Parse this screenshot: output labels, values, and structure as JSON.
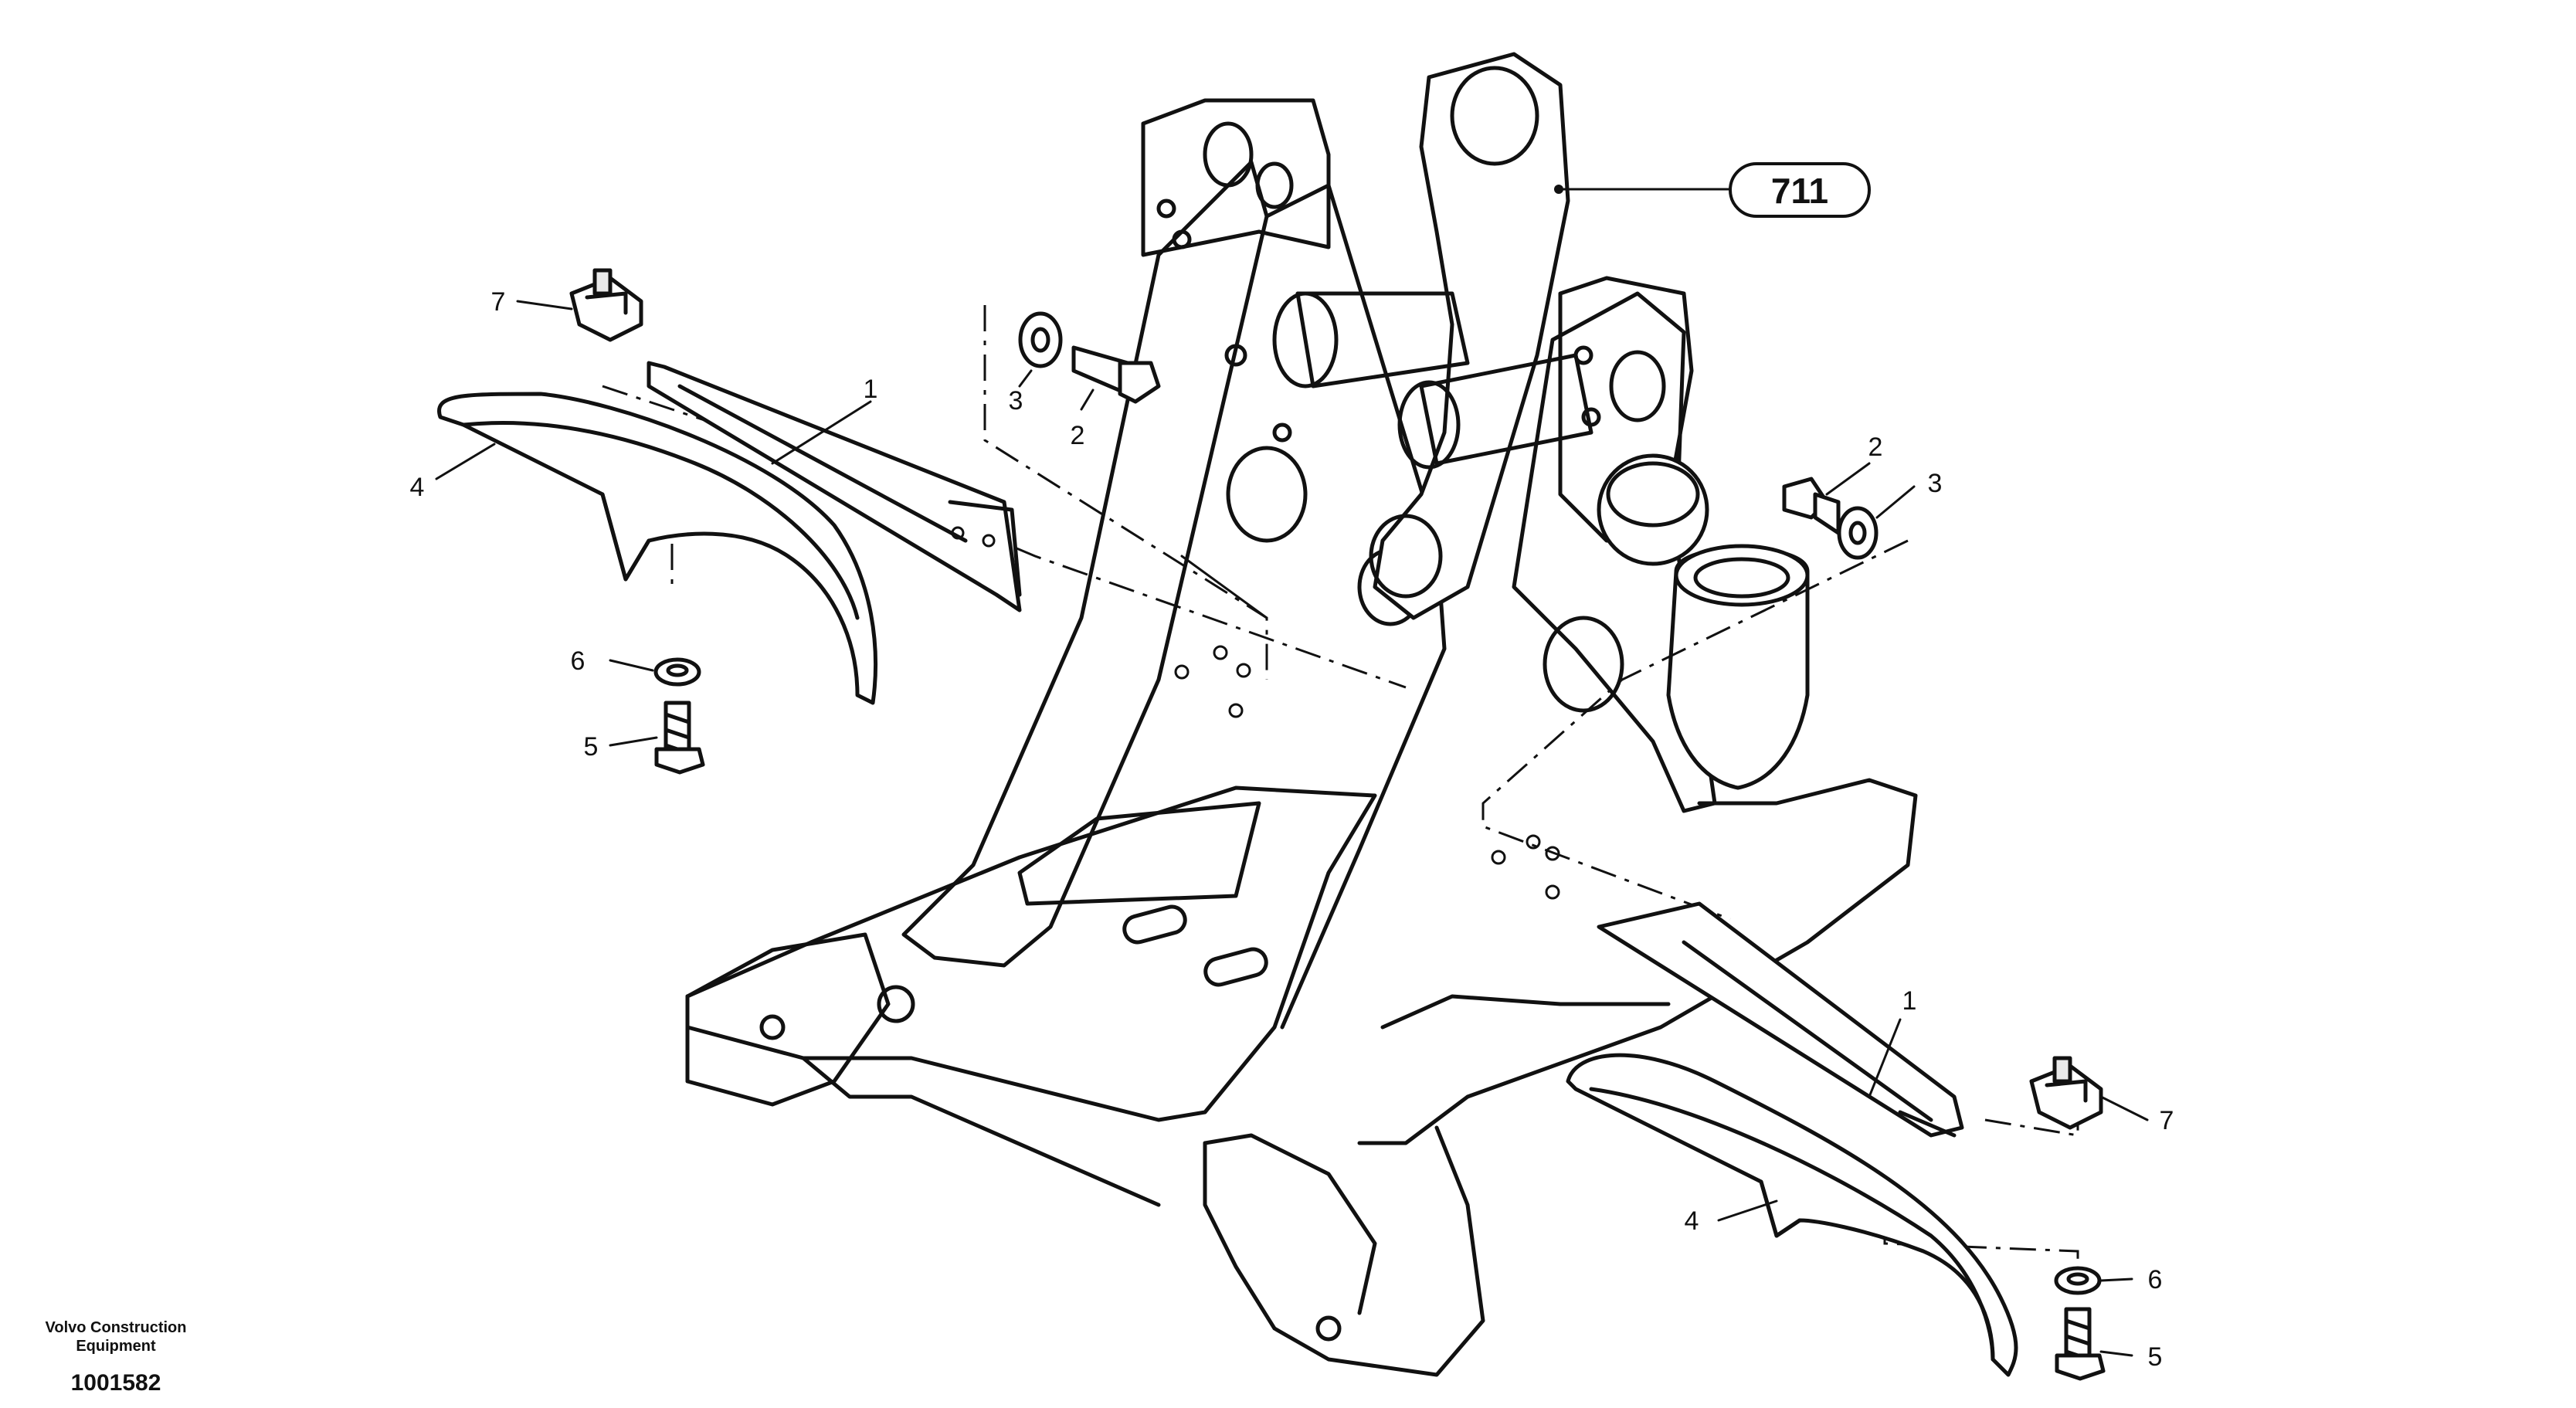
{
  "reference_callout": "711",
  "part_labels": {
    "l1_left": "1",
    "l2_left": "2",
    "l3_left": "3",
    "l4_left": "4",
    "l5_left": "5",
    "l6_left": "6",
    "l7_left": "7",
    "l1_right": "1",
    "l2_right": "2",
    "l3_right": "3",
    "l4_right": "4",
    "l5_right": "5",
    "l6_right": "6",
    "l7_right": "7"
  },
  "caption": {
    "company_line1": "Volvo Construction",
    "company_line2": "Equipment",
    "drawing_number": "1001582"
  }
}
